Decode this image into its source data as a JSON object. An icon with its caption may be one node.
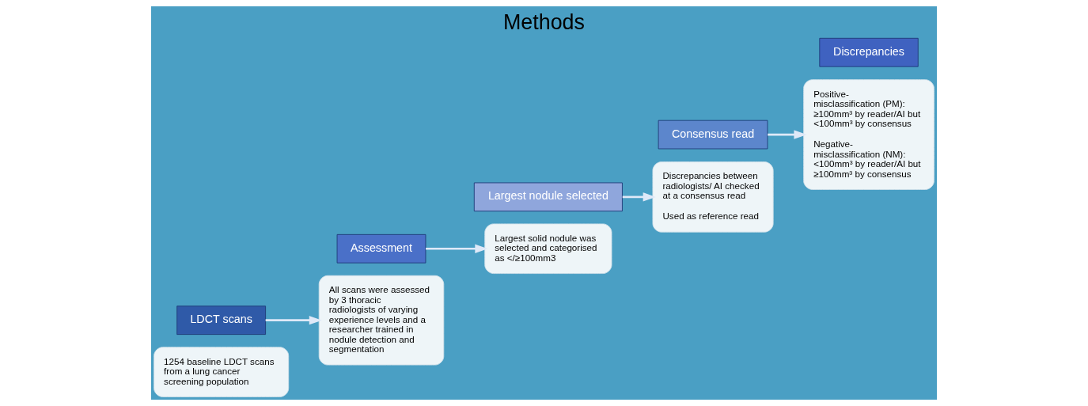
{
  "diagram": {
    "title": "Methods",
    "nodes": [
      {
        "text": [
          "1254 baseline LDCT scans from a lung cancer screening population"
        ]
      },
      {
        "text": [
          "LDCT scans"
        ]
      },
      {
        "text": [
          "Assessment"
        ]
      },
      {
        "text": [
          "All scans were assessed by 3 thoracic radiologists of varying experience levels and a researcher trained in nodule detection and segmentation"
        ]
      },
      {
        "text": [
          "Largest solid nodule was selected and categorised as </≥100mm3"
        ]
      },
      {
        "text": [
          "Largest nodule selected"
        ]
      },
      {
        "text": [
          "Consensus read"
        ]
      },
      {
        "text": [
          "Discrepancies between radiologists/ AI checked at a consensus read",
          "Used as reference read"
        ]
      },
      {
        "text": [
          "Positive-misclassification (PM): ≥100mm³ by reader/AI but <100mm³ by consensus",
          "Negative-misclassification (NM): <100mm³ by reader/AI but ≥100mm³ by consensus"
        ]
      },
      {
        "text": [
          "Discrepancies"
        ]
      }
    ],
    "edges": [
      {
        "from": 1,
        "to": 3,
        "arrow": "to"
      },
      {
        "from": 2,
        "to": 4,
        "arrow": "to"
      },
      {
        "from": 5,
        "to": 7,
        "arrow": "to"
      },
      {
        "from": 6,
        "to": 8,
        "arrow": "to"
      }
    ]
  }
}
